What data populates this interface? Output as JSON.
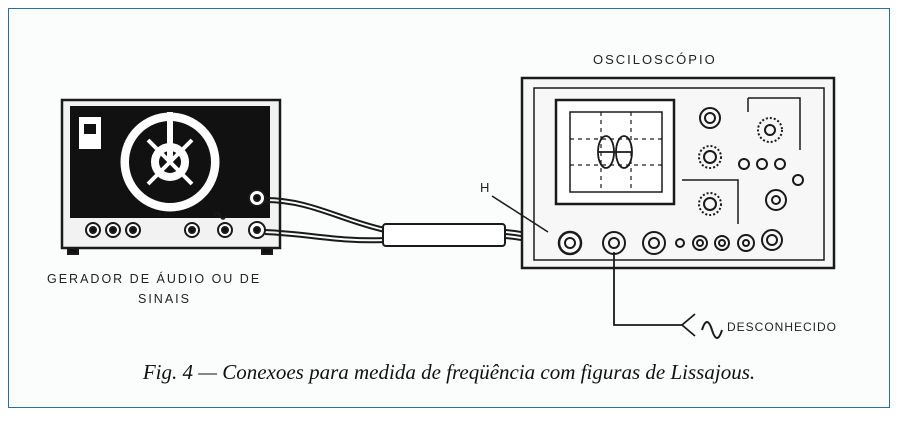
{
  "labels": {
    "oscilloscope": "OSCILOSCÓPIO",
    "generator_line1": "GERADOR DE ÁUDIO OU DE",
    "generator_line2": "SINAIS",
    "point_h": "H",
    "unknown_signal": "DESCONHECIDO"
  },
  "caption": "Fig. 4 — Conexoes para medida de freqüência com figuras de Lissajous.",
  "colors": {
    "ink": "#1a1a1a",
    "border": "#2a6f9e",
    "paper": "#fbfcfc"
  },
  "icons": [
    "sine-wave-icon",
    "knob-icon",
    "dial-icon"
  ]
}
